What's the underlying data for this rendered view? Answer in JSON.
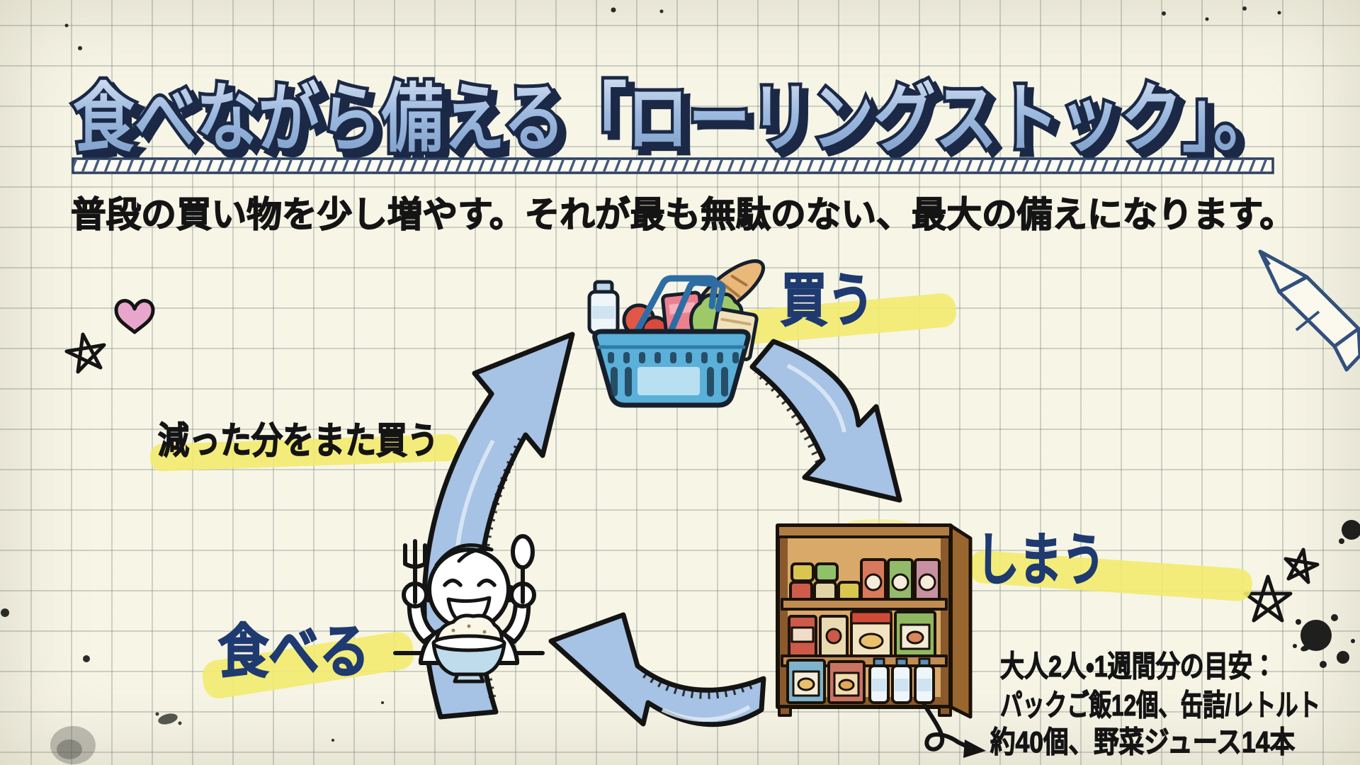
{
  "page": {
    "title": "食べながら備える「ローリングストック」。",
    "subtitle": "普段の買い物を少し増やす。それが最も無駄のない、最大の備えになります。"
  },
  "cycle": {
    "buy_label": "買う",
    "store_label": "しまう",
    "eat_label": "食べる",
    "loop_label": "減った分をまた買う"
  },
  "note": {
    "line1": "大人2人・1週間分の目安：",
    "line2": "パックご飯12個、缶詰/レトルト",
    "line3": "約40個、野菜ジュース14本"
  },
  "icons": {
    "basket": "shopping-basket",
    "pantry": "pantry-shelf",
    "person": "eating-person",
    "cycle_arrows": "hand-drawn-curved-arrows",
    "pen": "ballpoint-pen-doodle",
    "heart": "heart-doodle",
    "stars": "star-doodles",
    "ink": "ink-splats",
    "squiggle": "loop-arrow-doodle"
  },
  "colors": {
    "paper": "#f7f5e6",
    "grid_line": "#aeb8b0",
    "title_fill": "#93b2d9",
    "title_outline": "#1b2946",
    "label_navy": "#1e3a70",
    "text_black": "#141414",
    "highlight_yellow": "#f2eb6e",
    "arrow_blue": "#a6c2e4",
    "basket_blue": "#5ab0d8",
    "wood_brown": "#c08c52",
    "heart_pink": "#e8a6cc"
  }
}
